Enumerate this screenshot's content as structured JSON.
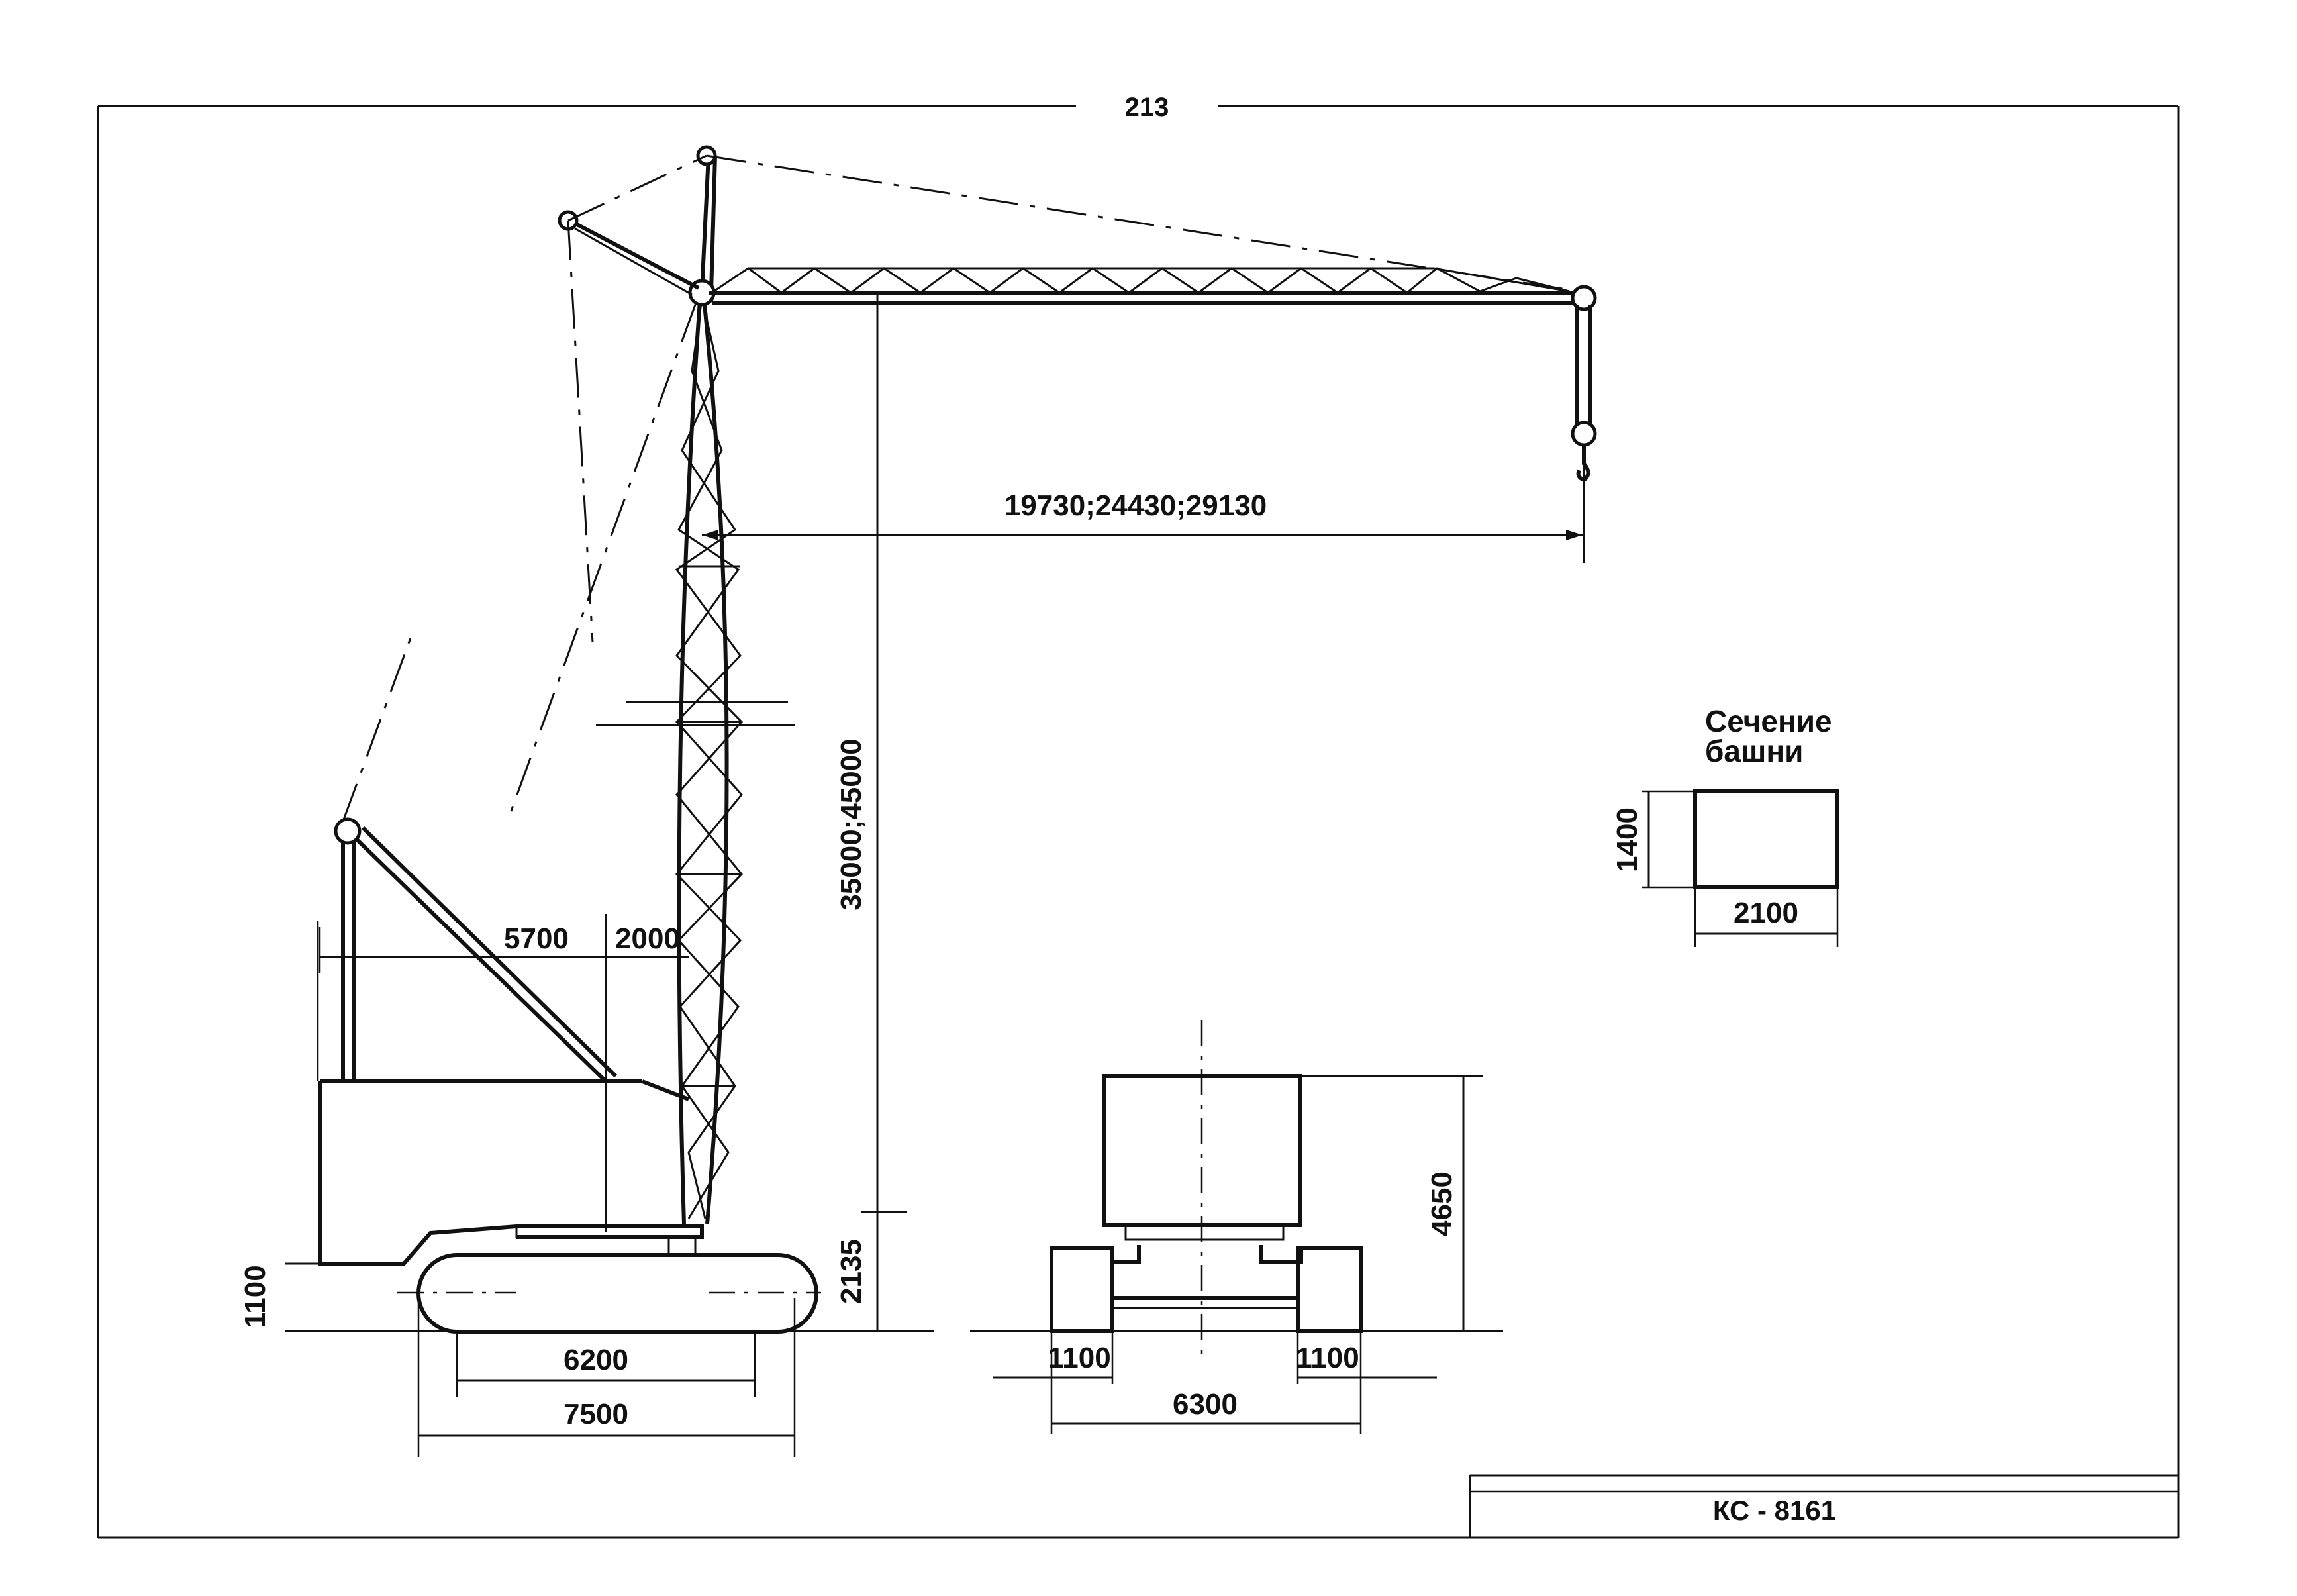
{
  "page_number": "213",
  "model": "КС - 8161",
  "section": {
    "title_line1": "Сечение",
    "title_line2": "башни",
    "height": "1400",
    "width": "2100"
  },
  "dimensions": {
    "jib_reach": "19730;24430;29130",
    "tower_height": "35000;45000",
    "base_height": "2135",
    "counter_reach": "5700",
    "counter_offset": "2000",
    "track_height": "1100",
    "track_base": "6200",
    "track_length": "7500",
    "cab_height": "4650",
    "track_width_left": "1100",
    "track_width_right": "1100",
    "gauge": "6300"
  }
}
